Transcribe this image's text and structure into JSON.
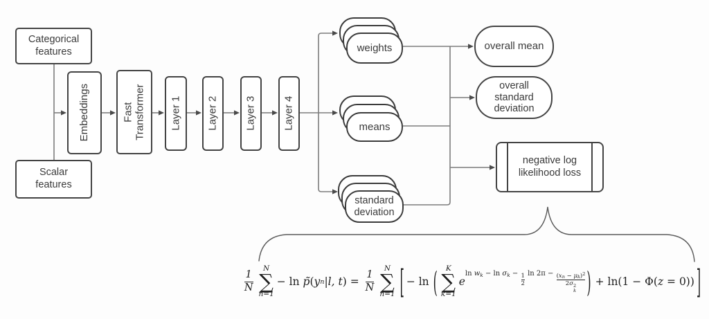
{
  "diagram": {
    "nodes": {
      "categorical": "Categorical features",
      "scalar": "Scalar features",
      "embeddings": "Embeddings",
      "fast_transformer_line1": "Fast",
      "fast_transformer_line2": "Transformer",
      "layer1": "Layer 1",
      "layer2": "Layer 2",
      "layer3": "Layer 3",
      "layer4": "Layer 4",
      "weights": "weights",
      "means": "means",
      "std_line1": "standard",
      "std_line2": "deviation",
      "overall_mean": "overall mean",
      "overall_std_line1": "overall",
      "overall_std_line2": "standard",
      "overall_std_line3": "deviation",
      "nll_line1": "negative log",
      "nll_line2": "likelihood loss"
    },
    "colors": {
      "border": "#434343",
      "line": "#7d7d7d",
      "arrow": "#4a4a4a",
      "text": "#3a3a3a",
      "background": "#fdfdfd",
      "formula": "#1d1d1d"
    }
  },
  "formula": {
    "lhs": {
      "frac_num": "1",
      "frac_den": "N",
      "sum_top": "N",
      "sum_bot": "n=1",
      "minus_ln": "− ln ",
      "p": "p̃",
      "open": "(",
      "y": "y",
      "y_sub": "n",
      "bar": "|",
      "cond": "l, t",
      "close": ")"
    },
    "eq": " = ",
    "rhs": {
      "frac_num": "1",
      "frac_den": "N",
      "sum_top": "N",
      "sum_bot": "n=1",
      "lbracket": "[",
      "minus_ln": "− ln ",
      "lparen": "(",
      "sum_top2": "K",
      "sum_bot2": "k=1",
      "e": "e",
      "rparen": ")",
      "plus": " + ln(1 − Φ(",
      "z": "z",
      "tail": " = 0))",
      "rbracket": "]"
    },
    "exp": {
      "ln1": "ln ",
      "w": "w",
      "k1": "k",
      "m_ln": " − ln ",
      "sigma": "σ",
      "k2": "k",
      "minus1": " − ",
      "half_num": "1",
      "half_den": "2",
      "ln2pi": " ln 2π − ",
      "num_open": "(",
      "x": "x",
      "x_sub": "n",
      "num_minus": " − ",
      "mu": "μ",
      "mu_sub": "k",
      "num_close": ")",
      "num_sq": "2",
      "den_two": "2",
      "den_sigma": "σ",
      "den_sup": "2",
      "den_sub": "k"
    }
  }
}
